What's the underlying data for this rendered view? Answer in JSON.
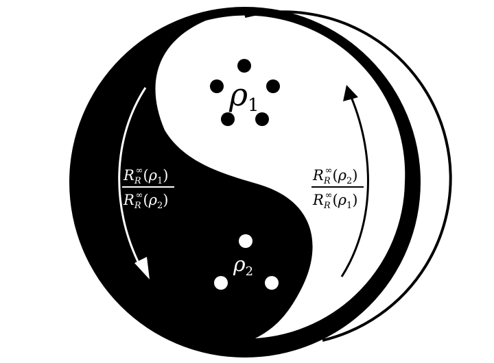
{
  "diagram": {
    "symbol_top": {
      "letter": "ρ",
      "subscript": "1",
      "dots": 5
    },
    "symbol_bottom": {
      "letter": "ρ",
      "subscript": "2",
      "dots": 3
    },
    "left_ratio": {
      "numerator": {
        "R": "R",
        "sub": "R",
        "sup": "∞",
        "open": "(",
        "rho": "ρ",
        "rho_sub": "1",
        "close": ")"
      },
      "denominator": {
        "R": "R",
        "sub": "R",
        "sup": "∞",
        "open": "(",
        "rho": "ρ",
        "rho_sub": "2",
        "close": ")"
      }
    },
    "right_ratio": {
      "numerator": {
        "R": "R",
        "sub": "R",
        "sup": "∞",
        "open": "(",
        "rho": "ρ",
        "rho_sub": "2",
        "close": ")"
      },
      "denominator": {
        "R": "R",
        "sub": "R",
        "sup": "∞",
        "open": "(",
        "rho": "ρ",
        "rho_sub": "1",
        "close": ")"
      }
    },
    "colors": {
      "dark": "#000000",
      "light": "#ffffff"
    }
  }
}
